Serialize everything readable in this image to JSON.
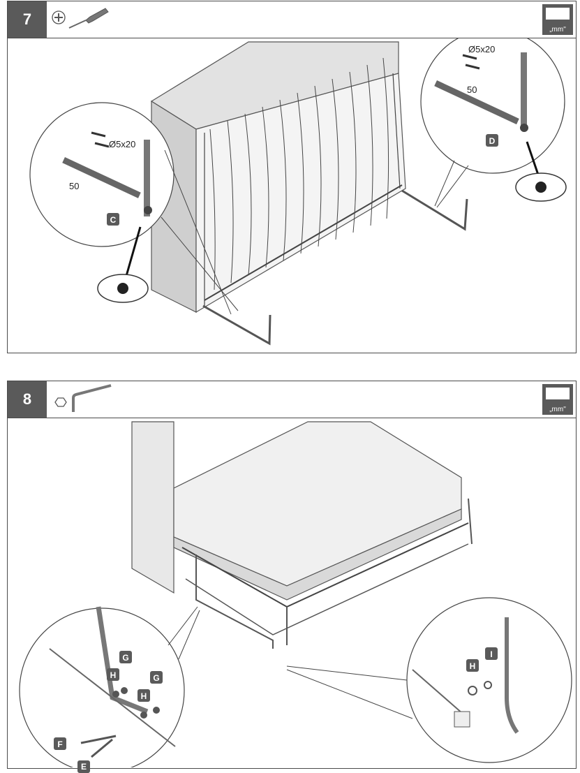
{
  "steps": [
    {
      "number": "7",
      "unit": "„mm\"",
      "tool_icon": "phillips-screwdriver-icon",
      "callout_left": {
        "screw": "Ø5x20",
        "dimension": "50",
        "part": "C"
      },
      "callout_right": {
        "screw": "Ø5x20",
        "dimension": "50",
        "part": "D"
      }
    },
    {
      "number": "8",
      "unit": "„mm\"",
      "tool_icon": "hex-key-icon",
      "callout_left": {
        "parts": [
          "G",
          "H",
          "G",
          "H",
          "F",
          "E"
        ]
      },
      "callout_right": {
        "parts": [
          "H",
          "I"
        ]
      }
    }
  ]
}
